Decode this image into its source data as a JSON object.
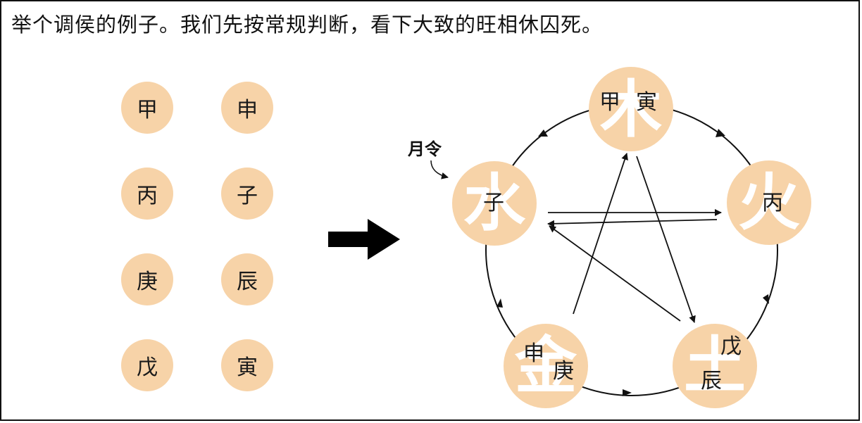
{
  "title": "举个调侯的例子。我们先按常规判断，看下大致的旺相休囚死。",
  "stems": [
    "甲",
    "丙",
    "庚",
    "戊"
  ],
  "branches": [
    "申",
    "子",
    "辰",
    "寅"
  ],
  "month_label": "月令",
  "nodes": {
    "wood": {
      "element": "木",
      "stem": "甲",
      "branch": "寅"
    },
    "fire": {
      "element": "火",
      "stem": "丙"
    },
    "earth": {
      "element": "土",
      "stem": "戊",
      "branch": "辰"
    },
    "metal": {
      "element": "金",
      "stem": "庚",
      "branch": "申"
    },
    "water": {
      "element": "水",
      "branch": "子"
    }
  },
  "colors": {
    "circle_fill": "#f7d3a8",
    "line": "#111111",
    "element_text": "#ffffff"
  }
}
